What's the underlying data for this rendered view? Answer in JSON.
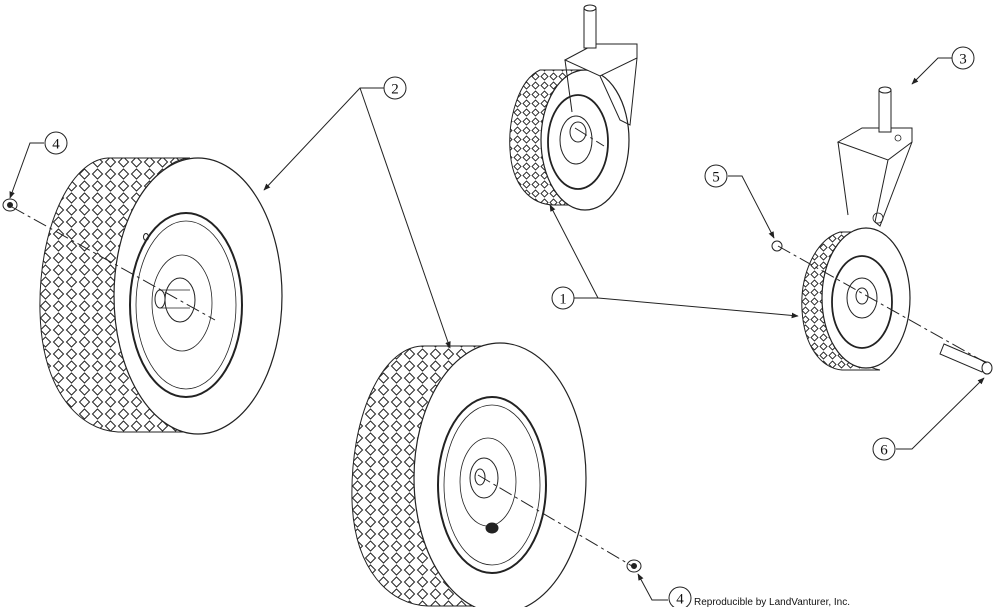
{
  "callouts": [
    {
      "id": "1",
      "label": "1"
    },
    {
      "id": "2",
      "label": "2"
    },
    {
      "id": "3",
      "label": "3"
    },
    {
      "id": "4a",
      "label": "4"
    },
    {
      "id": "4b",
      "label": "4"
    },
    {
      "id": "5",
      "label": "5"
    },
    {
      "id": "6",
      "label": "6"
    }
  ],
  "footer": {
    "text": "Reproducible by LandVanturer, Inc."
  },
  "colors": {
    "line": "#222222",
    "background": "#ffffff"
  }
}
